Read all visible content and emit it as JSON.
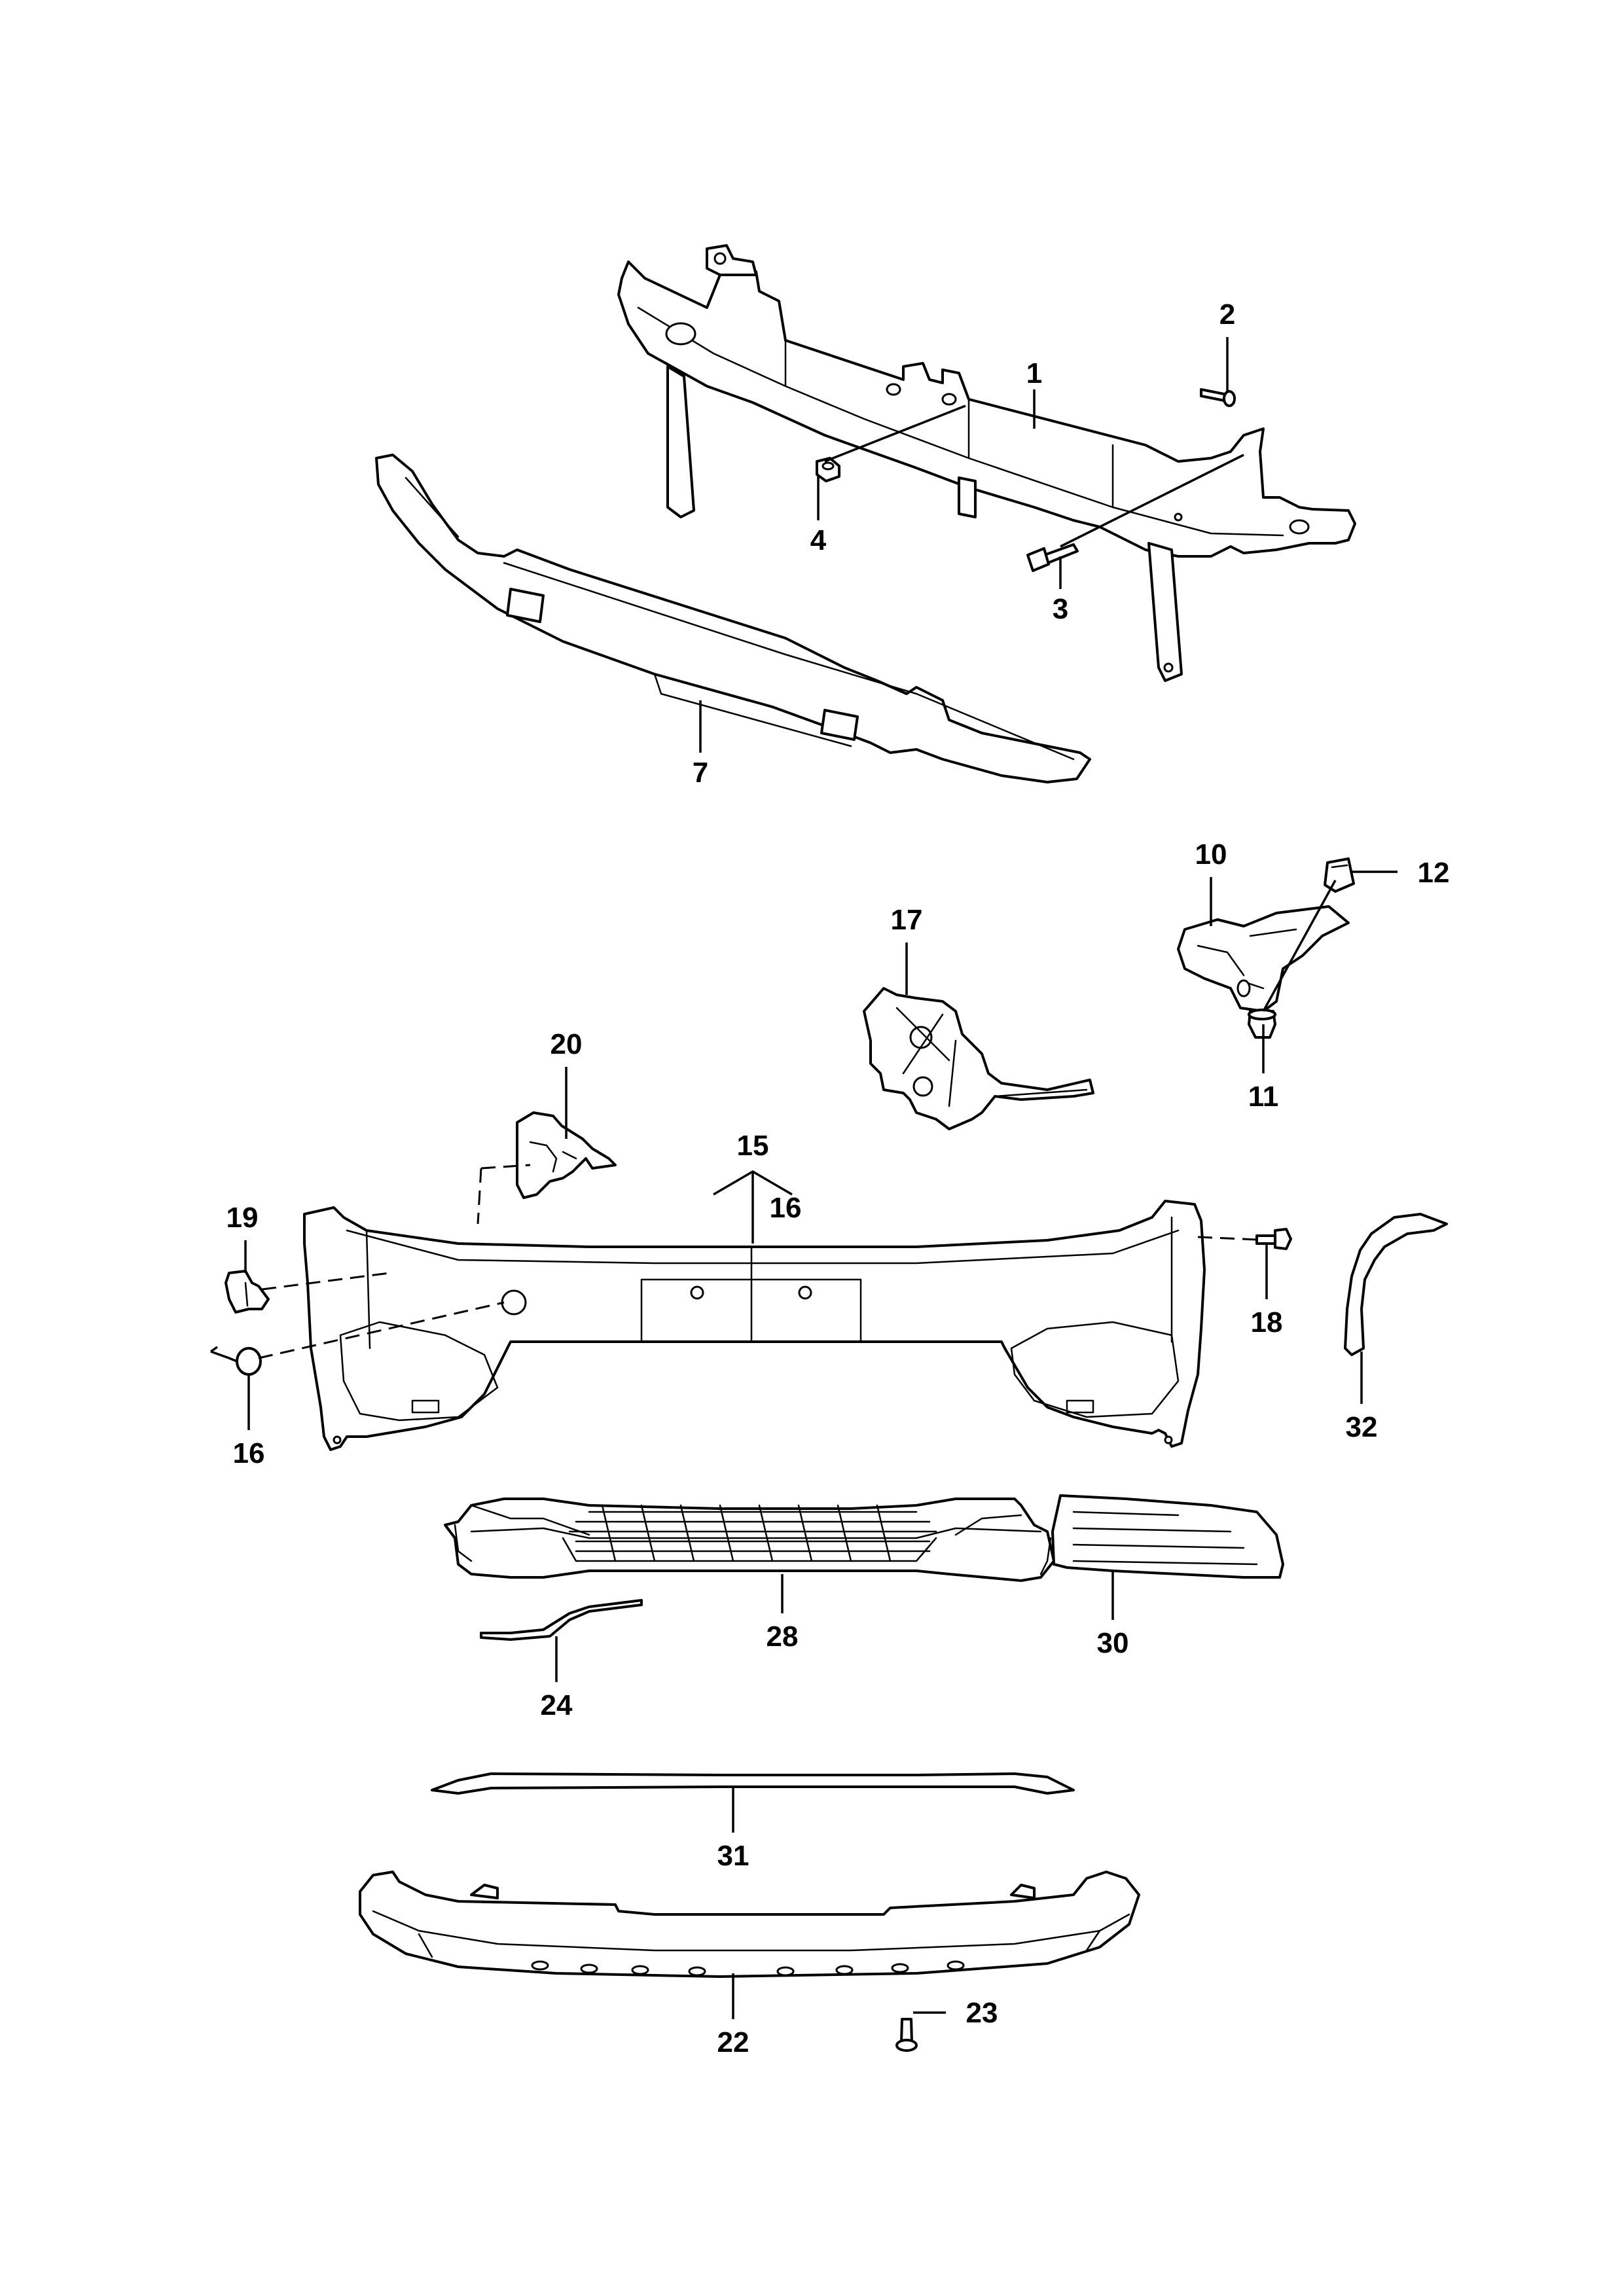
{
  "diagram": {
    "type": "exploded-parts-diagram",
    "callouts": [
      {
        "id": "c1",
        "label": "1",
        "part": "bumper-carrier"
      },
      {
        "id": "c2",
        "label": "2",
        "part": "screw"
      },
      {
        "id": "c3",
        "label": "3",
        "part": "bolt"
      },
      {
        "id": "c4",
        "label": "4",
        "part": "nut"
      },
      {
        "id": "c7",
        "label": "7",
        "part": "energy-absorber"
      },
      {
        "id": "c10",
        "label": "10",
        "part": "bracket"
      },
      {
        "id": "c11",
        "label": "11",
        "part": "expanding-nut"
      },
      {
        "id": "c12",
        "label": "12",
        "part": "clip"
      },
      {
        "id": "c15",
        "label": "15",
        "part": "bumper-cover"
      },
      {
        "id": "c16a",
        "label": "16",
        "part": "bumper-cover"
      },
      {
        "id": "c16b",
        "label": "16",
        "part": "cap"
      },
      {
        "id": "c17",
        "label": "17",
        "part": "guide-profile"
      },
      {
        "id": "c18",
        "label": "18",
        "part": "screw"
      },
      {
        "id": "c19",
        "label": "19",
        "part": "cover"
      },
      {
        "id": "c20",
        "label": "20",
        "part": "retainer"
      },
      {
        "id": "c22",
        "label": "22",
        "part": "spoiler"
      },
      {
        "id": "c23",
        "label": "23",
        "part": "rivet"
      },
      {
        "id": "c24",
        "label": "24",
        "part": "trim-strip"
      },
      {
        "id": "c28",
        "label": "28",
        "part": "grille"
      },
      {
        "id": "c30",
        "label": "30",
        "part": "side-grille"
      },
      {
        "id": "c31",
        "label": "31",
        "part": "trim-strip"
      },
      {
        "id": "c32",
        "label": "32",
        "part": "wheel-arch-trim"
      }
    ]
  }
}
